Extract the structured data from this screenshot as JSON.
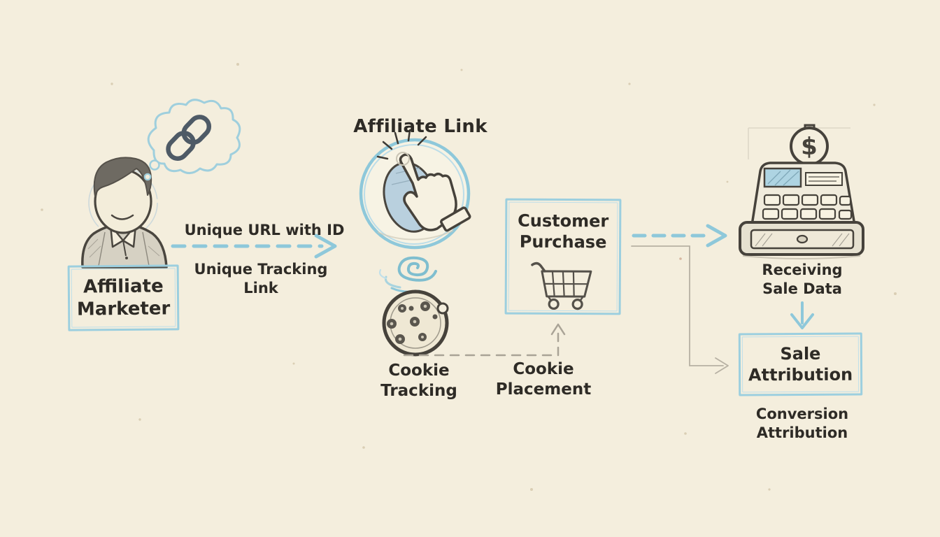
{
  "palette": {
    "background": "#f4eedd",
    "accent_blue": "#8ec8da",
    "accent_blue_light": "#bfdfe9",
    "sketch_dark": "#4a463f",
    "gray_line": "#b7b1a3",
    "text": "#2e2b26"
  },
  "flow": {
    "affiliate_marketer": {
      "line1": "Affiliate",
      "line2": "Marketer"
    },
    "affiliate_link_title": "Affiliate Link",
    "unique_url_label": "Unique URL with ID",
    "unique_tracking": {
      "line1": "Unique Tracking",
      "line2": "Link"
    },
    "cookie_tracking": {
      "line1": "Cookie",
      "line2": "Tracking"
    },
    "cookie_placement": {
      "line1": "Cookie",
      "line2": "Placement"
    },
    "customer_purchase": {
      "line1": "Customer",
      "line2": "Purchase"
    },
    "receiving_sale_data": {
      "line1": "Receiving",
      "line2": "Sale Data"
    },
    "sale_attribution": {
      "line1": "Sale",
      "line2": "Attribution"
    },
    "conversion_attribution": {
      "line1": "Conversion",
      "line2": "Attribution"
    }
  },
  "icons": {
    "dollar_glyph": "$",
    "person": "affiliate marketer sketch",
    "thought_bubble": "thought bubble",
    "chain_link": "link chain",
    "click": "hand clicking button",
    "spiral": "swirl",
    "cookie": "tracking cookie",
    "cart": "shopping cart",
    "cash_register": "cash register with dollar coin"
  }
}
